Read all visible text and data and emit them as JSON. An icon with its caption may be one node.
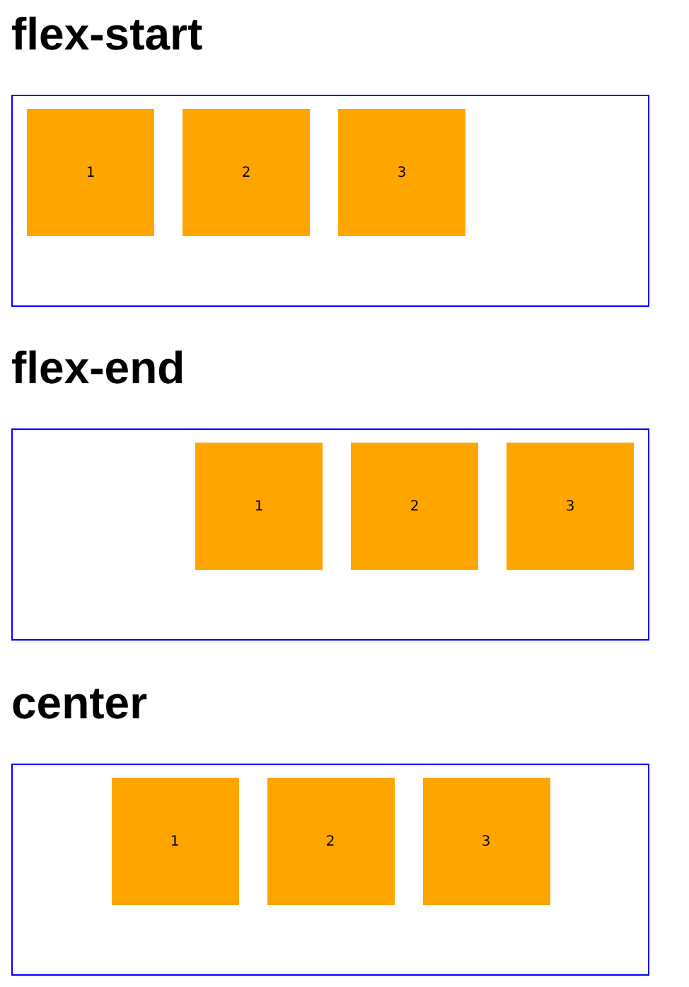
{
  "diagram": {
    "nodes": [
      {
        "text": [
          "flex-start"
        ]
      },
      {
        "text": [
          "1"
        ],
        "in": 0
      },
      {
        "text": [
          "2"
        ],
        "in": 0
      },
      {
        "text": [
          "3"
        ],
        "in": 0
      },
      {
        "text": [
          "flex-end"
        ]
      },
      {
        "text": [
          "1"
        ],
        "in": 4
      },
      {
        "text": [
          "2"
        ],
        "in": 4
      },
      {
        "text": [
          "3"
        ],
        "in": 4
      },
      {
        "text": [
          "center"
        ]
      },
      {
        "text": [
          "1"
        ],
        "in": 8
      },
      {
        "text": [
          "2"
        ],
        "in": 8
      },
      {
        "text": [
          "3"
        ],
        "in": 8
      }
    ]
  }
}
